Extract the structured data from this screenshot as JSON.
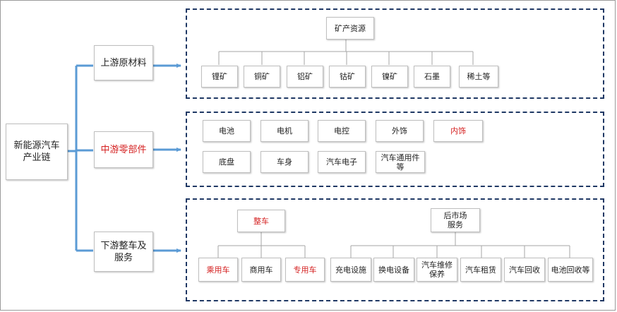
{
  "root": {
    "label": "新能源汽车\n产业链"
  },
  "stages": {
    "upstream": "上游原材料",
    "midstream": "中游零部件",
    "downstream": "下游整车及\n服务"
  },
  "upstream": {
    "parent": "矿产资源",
    "items": [
      "锂矿",
      "铜矿",
      "铝矿",
      "钴矿",
      "镍矿",
      "石墨",
      "稀土等"
    ]
  },
  "midstream": {
    "row1": [
      "电池",
      "电机",
      "电控",
      "外饰",
      "内饰"
    ],
    "row2": [
      "底盘",
      "车身",
      "汽车电子",
      "汽车通用件\n等"
    ]
  },
  "downstream": {
    "vehicle": {
      "label": "整车",
      "children": [
        "乘用车",
        "商用车",
        "专用车"
      ]
    },
    "aftermarket": {
      "label": "后市场\n服务",
      "children": [
        "充电设施",
        "换电设备",
        "汽车维修\n保养",
        "汽车租赁",
        "汽车回收",
        "电池回收等"
      ]
    }
  },
  "colors": {
    "red_text": "#d42020",
    "connector_blue": "#5b9bd5",
    "dash_border": "#1f3864"
  }
}
